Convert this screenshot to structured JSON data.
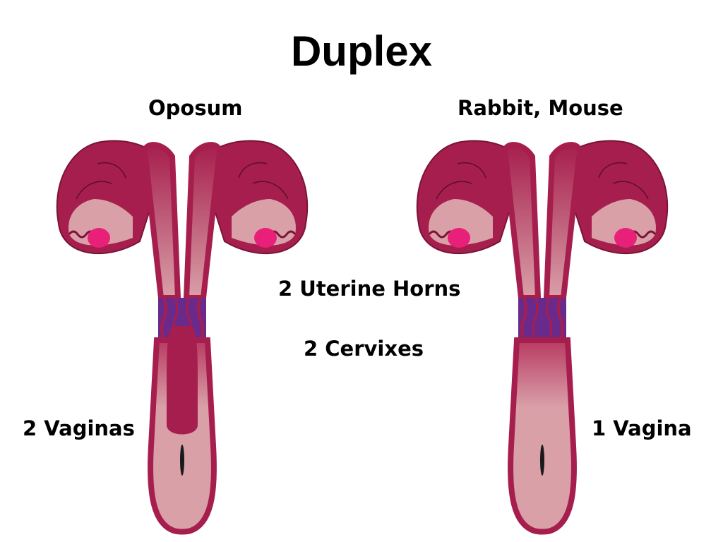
{
  "title": "Duplex",
  "left": {
    "species": "Oposum",
    "vagina_label": "2 Vaginas"
  },
  "right": {
    "species": "Rabbit, Mouse",
    "vagina_label": "1 Vagina"
  },
  "center": {
    "horns_label": "2 Uterine Horns",
    "cervix_label": "2 Cervixes"
  },
  "colors": {
    "tissue_dark": "#A61E4D",
    "tissue_light": "#D9A0A8",
    "cervix": "#6A2A8C",
    "ovary": "#E8207A"
  }
}
